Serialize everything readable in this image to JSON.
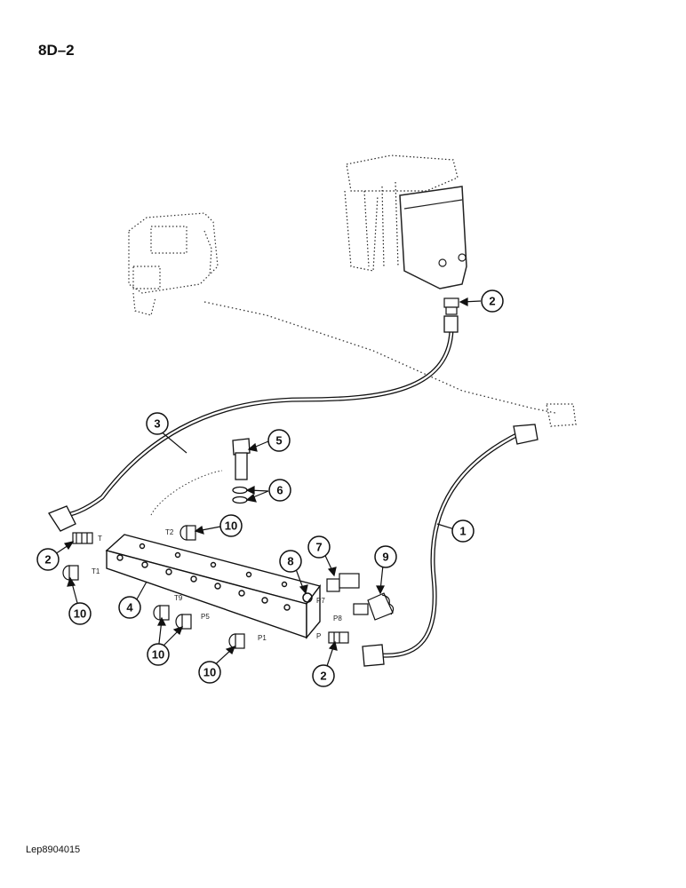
{
  "page": {
    "page_number": "8D–2",
    "figure_ref": "Lep8904015"
  },
  "callouts": [
    "2",
    "3",
    "5",
    "6",
    "10",
    "1",
    "7",
    "9",
    "8",
    "2",
    "4",
    "10",
    "10",
    "10",
    "2"
  ],
  "ports": [
    "T",
    "T2",
    "T1",
    "T9",
    "P5",
    "P1",
    "P7",
    "P8",
    "P"
  ]
}
